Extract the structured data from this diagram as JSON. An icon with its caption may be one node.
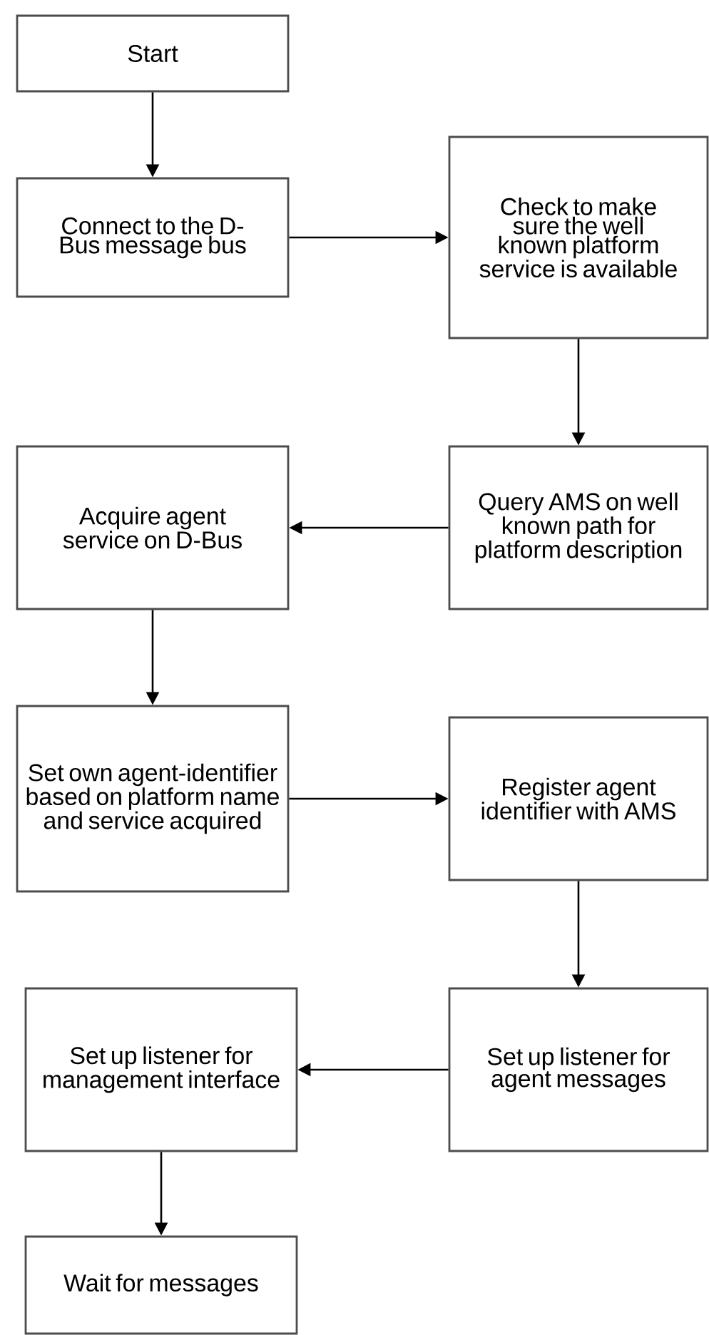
{
  "diagram": {
    "nodes": [
      {
        "text": [
          "Start"
        ]
      },
      {
        "text": [
          "Connect to the D-Bus message bus"
        ]
      },
      {
        "text": [
          "Check to make sure the well known platform service is available"
        ]
      },
      {
        "text": [
          "Acquire agent service on D-Bus"
        ]
      },
      {
        "text": [
          "Query AMS on well known path for platform description"
        ]
      },
      {
        "text": [
          "Set own agent-identifier based on platform name and service acquired"
        ]
      },
      {
        "text": [
          "Register agent identifier with AMS"
        ]
      },
      {
        "text": [
          "Set up listener for management interface"
        ]
      },
      {
        "text": [
          "Set up listener for agent messages"
        ]
      },
      {
        "text": [
          "Wait for messages"
        ]
      }
    ],
    "edges": [
      {
        "from": 0,
        "to": 1,
        "arrow": "to"
      },
      {
        "from": 1,
        "to": 2,
        "arrow": "to"
      },
      {
        "from": 2,
        "to": 4,
        "arrow": "to"
      },
      {
        "from": 4,
        "to": 3,
        "arrow": "to"
      },
      {
        "from": 3,
        "to": 5,
        "arrow": "to"
      },
      {
        "from": 5,
        "to": 6,
        "arrow": "to"
      },
      {
        "from": 6,
        "to": 8,
        "arrow": "to"
      },
      {
        "from": 8,
        "to": 7,
        "arrow": "to"
      },
      {
        "from": 7,
        "to": 9,
        "arrow": "to"
      }
    ]
  }
}
